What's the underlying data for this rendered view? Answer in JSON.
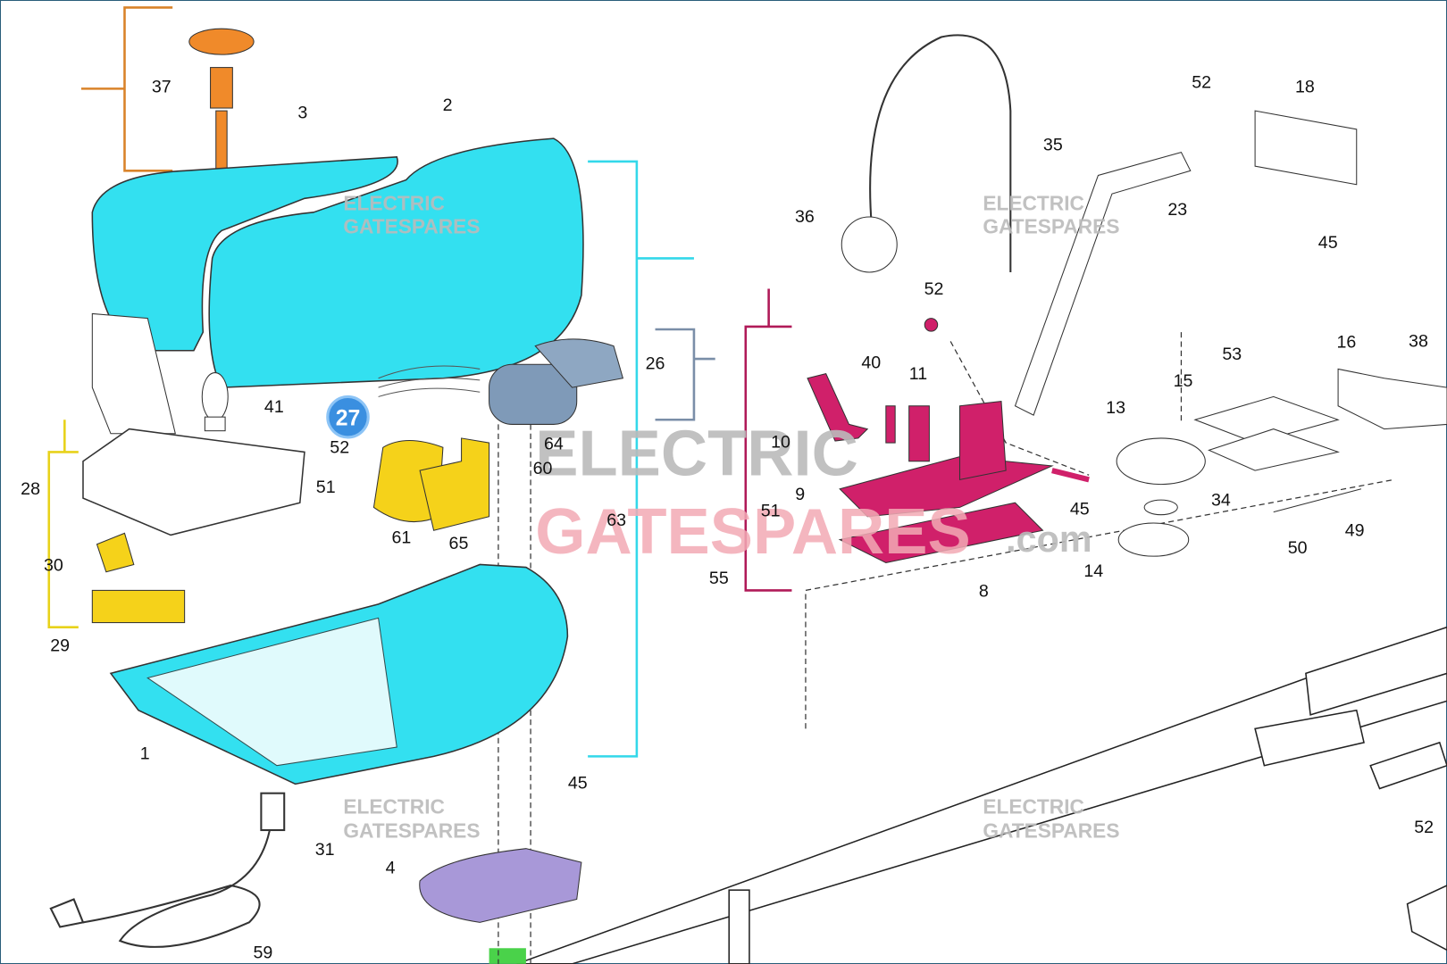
{
  "diagram": {
    "title": "Garage door operator exploded parts diagram",
    "highlighted_part": "27",
    "watermark": {
      "line1": "ELECTRIC",
      "line2": "GATESPARES",
      "suffix": ".com"
    },
    "colors": {
      "cover": "#33e0f0",
      "cap": "#f08a2a",
      "gearbox": "#f5d21a",
      "carriage": "#d0206a",
      "base_plate": "#a898d8",
      "motor": "#7f9ab8",
      "terminal": "#f5d21a",
      "badge": "#3a8fe0"
    },
    "part_labels": [
      "37",
      "3",
      "2",
      "26",
      "41",
      "52",
      "64",
      "60",
      "28",
      "51",
      "61",
      "65",
      "63",
      "30",
      "29",
      "1",
      "45",
      "31",
      "4",
      "59",
      "35",
      "36",
      "52",
      "18",
      "23",
      "45",
      "52",
      "40",
      "11",
      "10",
      "9",
      "51",
      "45",
      "55",
      "8",
      "53",
      "16",
      "38",
      "15",
      "13",
      "34",
      "49",
      "50",
      "14",
      "52"
    ],
    "badge_label": "27"
  }
}
